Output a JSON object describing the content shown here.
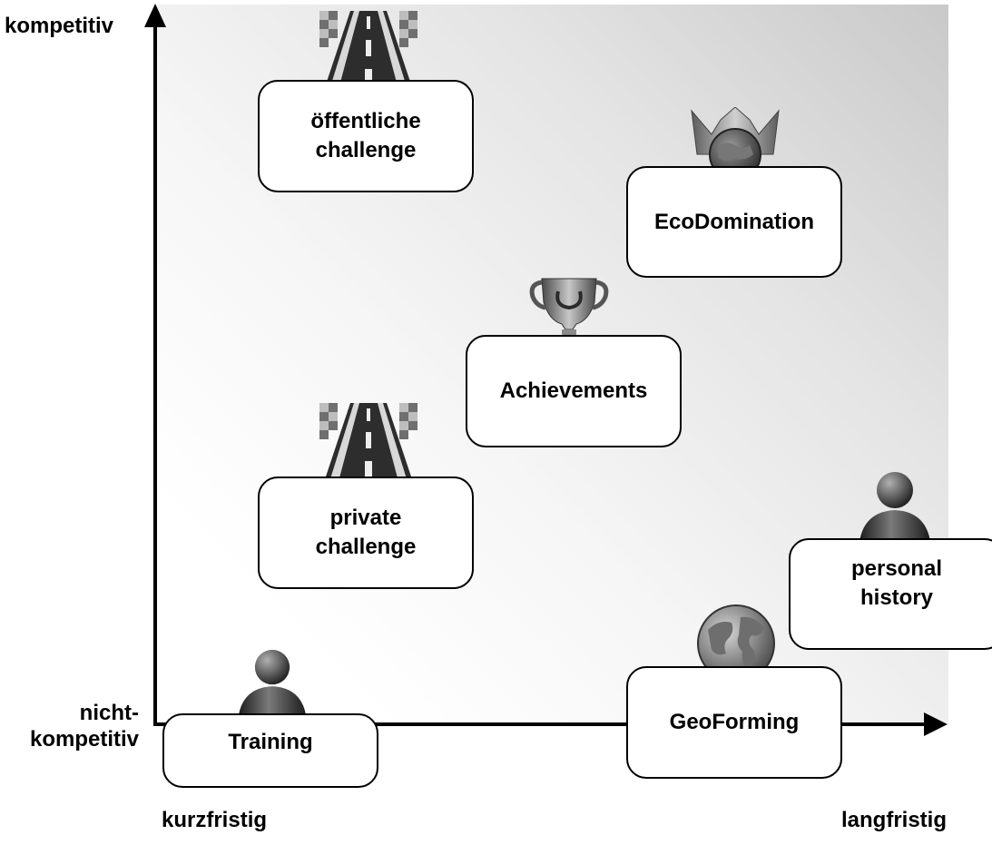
{
  "axes": {
    "y_top_label": "kompetitiv",
    "y_bottom_label_line1": "nicht-",
    "y_bottom_label_line2": "kompetitiv",
    "x_left_label": "kurzfristig",
    "x_right_label": "langfristig"
  },
  "items": {
    "oeffentliche": {
      "line1": "öffentliche",
      "line2": "challenge",
      "icon": "road-icon"
    },
    "ecodomination": {
      "label": "EcoDomination",
      "icon": "crown-globe-icon"
    },
    "achievements": {
      "label": "Achievements",
      "icon": "trophy-icon"
    },
    "private": {
      "line1": "private",
      "line2": "challenge",
      "icon": "road-icon"
    },
    "personal": {
      "line1": "personal",
      "line2": "history",
      "icon": "person-icon"
    },
    "geoforming": {
      "label": "GeoForming",
      "icon": "globe-icon"
    },
    "training": {
      "label": "Training",
      "icon": "person-icon"
    }
  }
}
